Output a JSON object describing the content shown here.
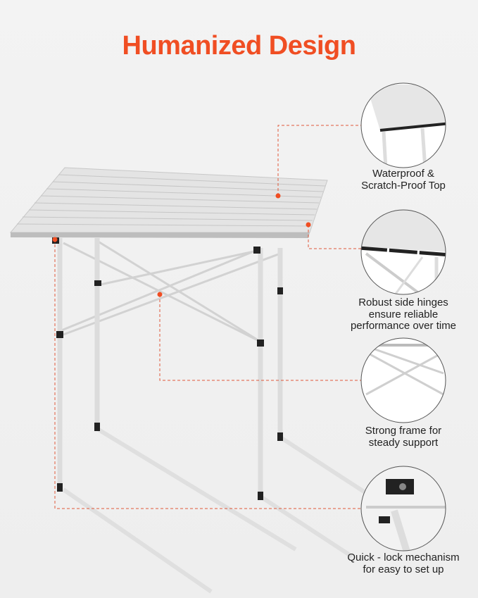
{
  "title": "Humanized Design",
  "colors": {
    "accent": "#f04e23",
    "leader_line": "#e0583a",
    "background": "#f1f1f1"
  },
  "features": [
    {
      "lines": [
        "Waterproof &",
        "Scratch-Proof Top"
      ]
    },
    {
      "lines": [
        "Robust side hinges",
        "ensure reliable",
        "performance over time"
      ]
    },
    {
      "lines": [
        "Strong frame for",
        "steady support"
      ]
    },
    {
      "lines": [
        "Quick - lock mechanism",
        "for easy to set up"
      ]
    }
  ]
}
